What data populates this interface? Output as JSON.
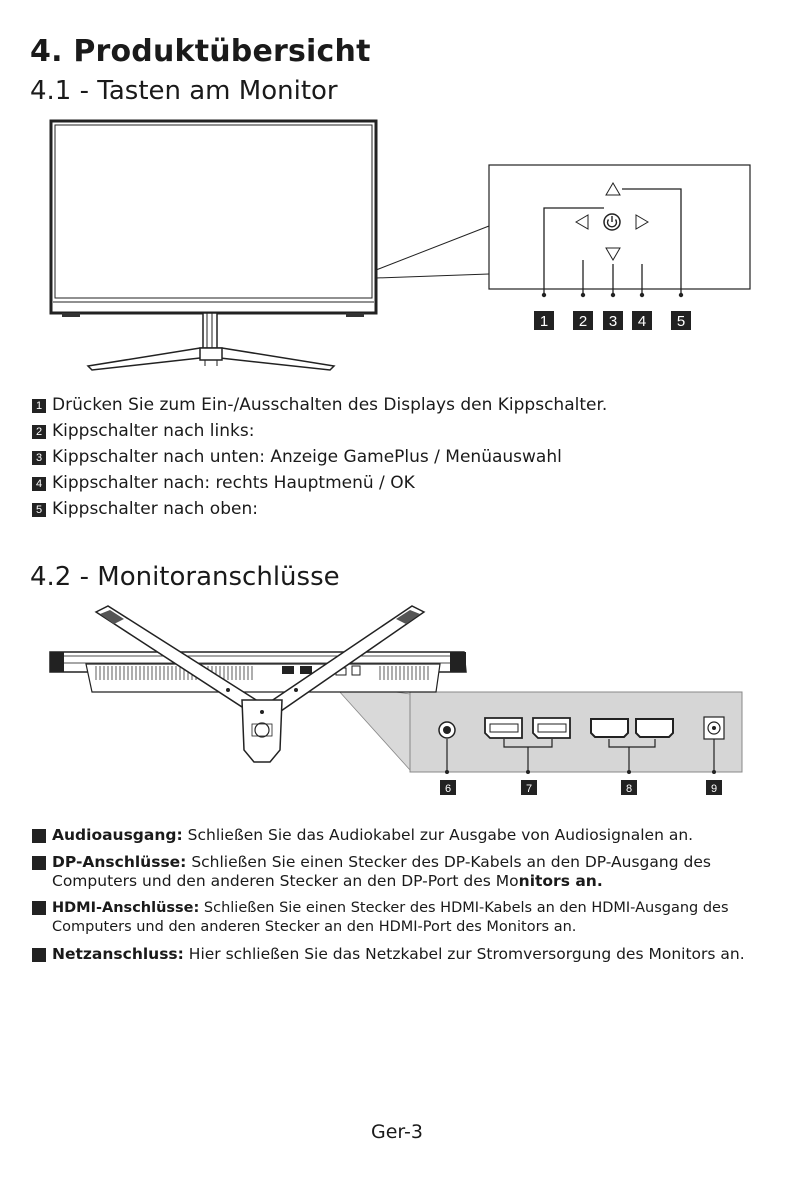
{
  "page": {
    "title": "4. Produktübersicht",
    "footer": "Ger-3"
  },
  "section_buttons": {
    "heading": "4.1 - Tasten am Monitor",
    "callout_numbers": [
      "1",
      "2",
      "3",
      "4",
      "5"
    ],
    "items": [
      {
        "num": "1",
        "text": "Drücken Sie zum Ein-/Ausschalten des Displays den Kippschalter."
      },
      {
        "num": "2",
        "text": "Kippschalter nach links:"
      },
      {
        "num": "3",
        "text": "Kippschalter nach unten: Anzeige GamePlus / Menüauswahl"
      },
      {
        "num": "4",
        "text": "Kippschalter nach: rechts Hauptmenü / OK"
      },
      {
        "num": "5",
        "text": "Kippschalter nach oben:"
      }
    ]
  },
  "section_ports": {
    "heading": "4.2 - Monitoranschlüsse",
    "callout_numbers": [
      "6",
      "7",
      "8",
      "9"
    ],
    "items": [
      {
        "num": "6",
        "label": "Audioausgang:",
        "text": " Schließen Sie das Audiokabel zur Ausgabe von Audiosignalen an.",
        "tail": ""
      },
      {
        "num": "7",
        "label": "DP-Anschlüsse:",
        "text": " Schließen Sie einen Stecker des DP-Kabels  an den DP-Ausgang des Computers und den anderen Stecker  an den DP-Port des Mo",
        "tail": "nitors an."
      },
      {
        "num": "8",
        "label": "HDMI-Anschlüsse:",
        "text": " Schließen Sie einen Stecker des HDMI-Kabels an den HDMI-Ausgang des Computers und den anderen Stecker an den HDMI-Port des Monitors an.",
        "tail": ""
      },
      {
        "num": "9",
        "label": "Netzanschluss:",
        "text": " Hier schließen Sie das Netzkabel zur Stromversorgung des Monitors an.",
        "tail": ""
      }
    ]
  },
  "icons": [
    "arrow-up-icon",
    "arrow-left-icon",
    "power-icon",
    "arrow-right-icon",
    "arrow-down-icon",
    "audio-jack-icon",
    "displayport-icon",
    "hdmi-icon",
    "power-socket-icon"
  ]
}
